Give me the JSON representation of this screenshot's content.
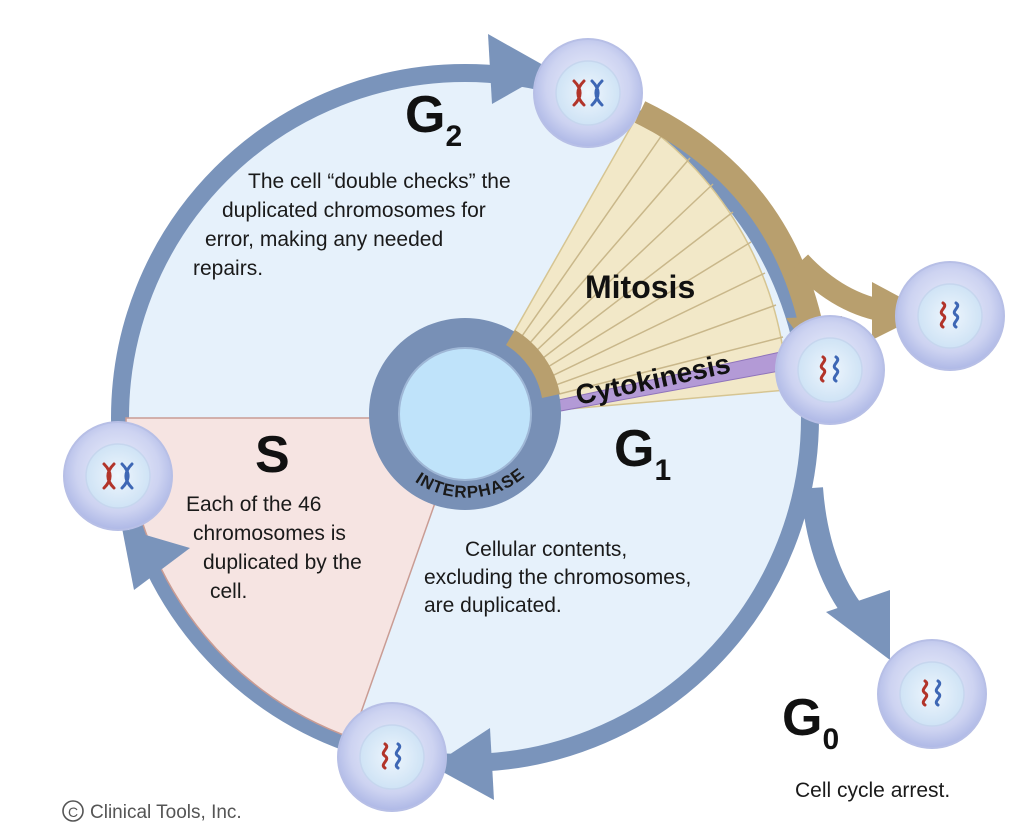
{
  "phases": {
    "g2": {
      "letter": "G",
      "subscript": "2",
      "description": [
        "The cell “double checks” the",
        "duplicated chromosomes for",
        "error, making any needed",
        "repairs."
      ]
    },
    "s": {
      "letter": "S",
      "description": [
        "Each of the 46",
        "chromosomes is",
        "duplicated by the",
        "cell."
      ]
    },
    "g1": {
      "letter": "G",
      "subscript": "1",
      "description": [
        "Cellular contents,",
        "excluding the chromosomes,",
        "are duplicated."
      ]
    },
    "g0": {
      "letter": "G",
      "subscript": "0",
      "description": [
        "Cell cycle arrest."
      ]
    }
  },
  "mitosis_label": "Mitosis",
  "cytokinesis_label": "Cytokinesis",
  "interphase_label": "INTERPHASE",
  "copyright": "Clinical Tools, Inc.",
  "colors": {
    "cycle_fill": "#e6f1fb",
    "cycle_border": "#7a94bb",
    "s_sector": "#f6e4e2",
    "mitosis_fill": "#f2e8c8",
    "mitosis_arrow": "#b89f6e",
    "cytokinesis": "#b39ad6",
    "hub_outer": "#7890b6",
    "hub_inner": "#bfe3fa",
    "cell_outer": "#cdd4f1",
    "cell_nucleus": "#dcebf8",
    "chromosome_red": "#b2342a",
    "chromosome_blue": "#3e67b5"
  }
}
